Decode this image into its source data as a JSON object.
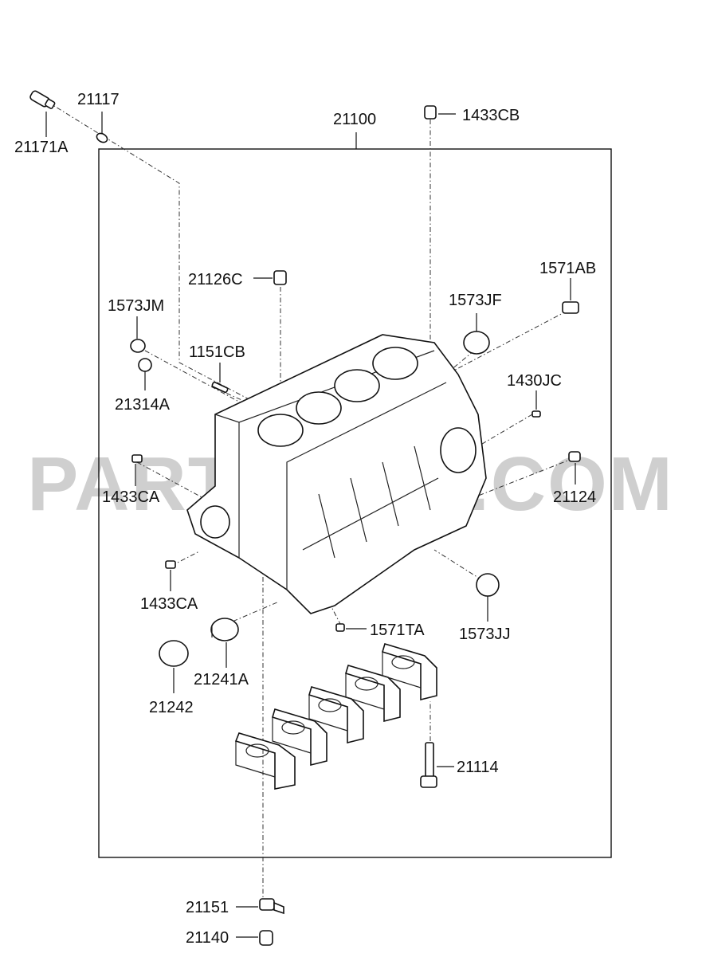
{
  "watermark": "PARTSOUQ.COM",
  "labels": {
    "p21171A": "21171A",
    "p21117": "21117",
    "p21100": "21100",
    "p1433CB": "1433CB",
    "p21126C": "21126C",
    "p1571AB": "1571AB",
    "p1573JM": "1573JM",
    "p1573JF": "1573JF",
    "p1151CB": "1151CB",
    "p21314A": "21314A",
    "p1430JC": "1430JC",
    "p1433CA_top": "1433CA",
    "p21124": "21124",
    "p1433CA_bottom": "1433CA",
    "p1571TA": "1571TA",
    "p1573JJ": "1573JJ",
    "p21241A": "21241A",
    "p21242": "21242",
    "p21114": "21114",
    "p21151": "21151",
    "p21140": "21140"
  }
}
